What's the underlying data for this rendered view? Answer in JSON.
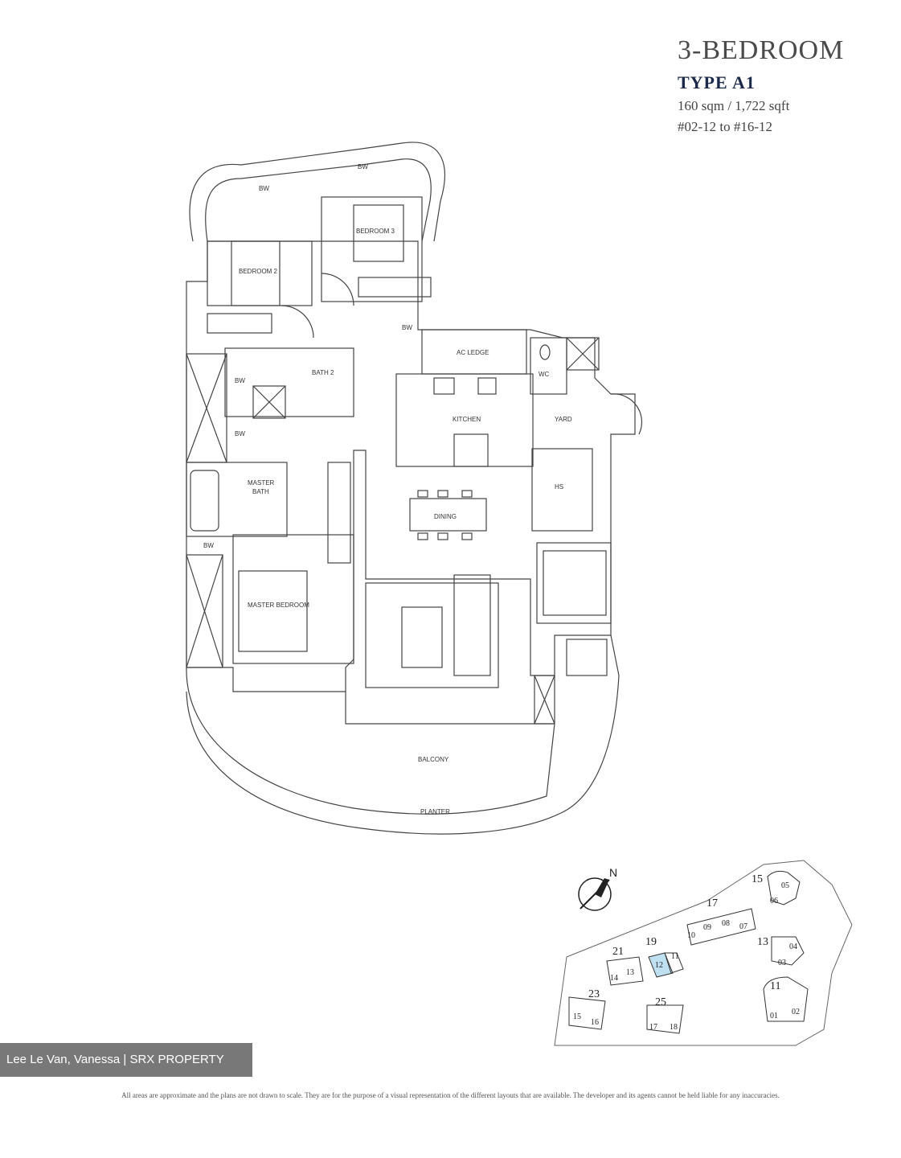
{
  "header": {
    "title": "3-BEDROOM",
    "type": "TYPE A1",
    "area": "160 sqm / 1,722 sqft",
    "units": "#02-12 to #16-12"
  },
  "plan": {
    "rooms": {
      "bw_top_left": "BW",
      "bw_top_right": "BW",
      "bedroom2": "BEDROOM 2",
      "bedroom3": "BEDROOM 3",
      "bw_small": "BW",
      "ac_ledge": "AC LEDGE",
      "bw_bath_1": "BW",
      "bath2": "BATH 2",
      "wc": "WC",
      "bw_bath_2": "BW",
      "kitchen": "KITCHEN",
      "yard": "YARD",
      "hs": "HS",
      "master_bath_1": "MASTER",
      "master_bath_2": "BATH",
      "dining": "DINING",
      "bw_lower": "BW",
      "master_bedroom": "MASTER BEDROOM",
      "balcony": "BALCONY",
      "planter": "PLANTER"
    },
    "compass": "N"
  },
  "site_plan": {
    "blocks": [
      "15",
      "17",
      "13",
      "19",
      "21",
      "23",
      "25",
      "11"
    ],
    "units": [
      "05",
      "06",
      "10",
      "09",
      "08",
      "07",
      "04",
      "03",
      "11",
      "12",
      "14",
      "13",
      "15",
      "16",
      "17",
      "18",
      "01",
      "02"
    ],
    "highlight_color": "#bfe0f0"
  },
  "watermark": "Lee Le Van, Vanessa | SRX PROPERTY",
  "disclaimer": "All areas are approximate and the plans are not drawn to scale. They are for the purpose of a visual representation of the different layouts that are available. The developer and its agents cannot be held liable for any inaccuracies."
}
